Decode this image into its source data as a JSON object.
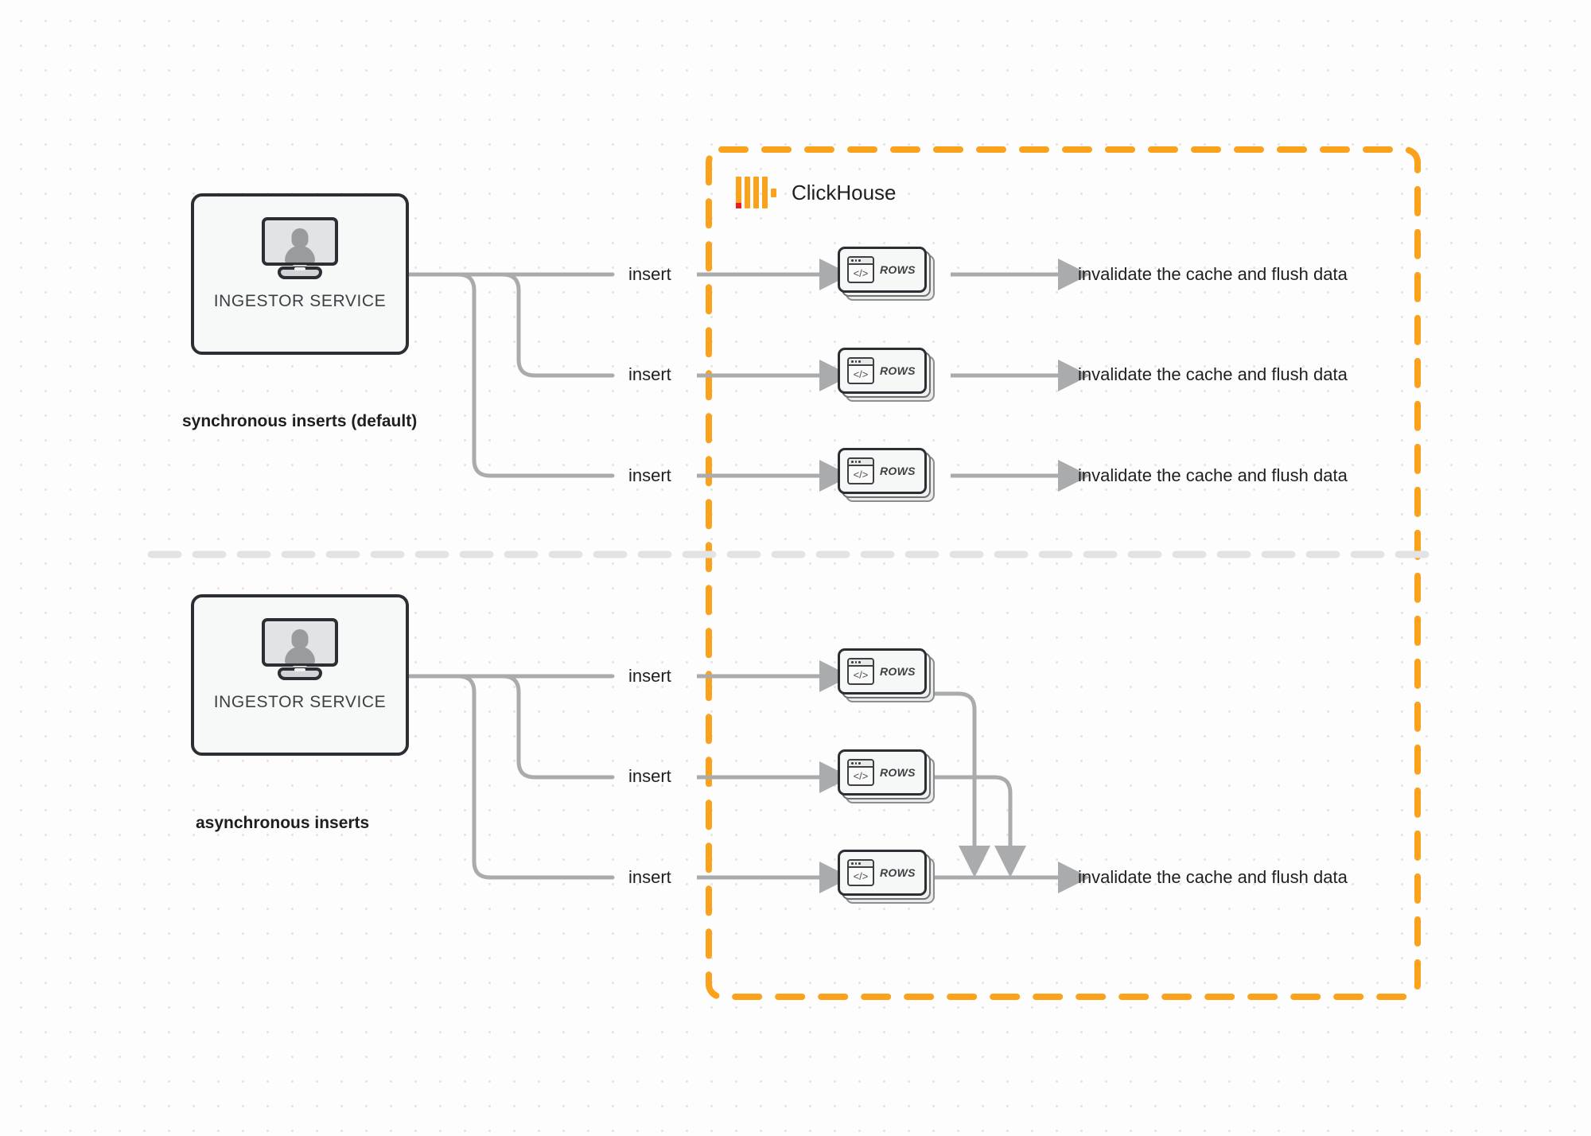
{
  "diagram": {
    "title": "ClickHouse synchronous vs asynchronous inserts",
    "accent_color": "#faa21b",
    "logo_accent_color": "#ec1b23",
    "connector_color": "#a9abad",
    "node_border_color": "#2b2f33"
  },
  "clickhouse": {
    "label": "ClickHouse",
    "logo_name": "clickhouse-logo"
  },
  "sections": [
    {
      "id": "synchronous",
      "caption": "synchronous inserts (default)",
      "service": {
        "label": "INGESTOR SERVICE",
        "icon": "monitor-user-icon"
      },
      "flows": [
        {
          "insert_label": "insert",
          "card_label": "ROWS",
          "result_label": "invalidate the cache and flush data"
        },
        {
          "insert_label": "insert",
          "card_label": "ROWS",
          "result_label": "invalidate the cache and flush data"
        },
        {
          "insert_label": "insert",
          "card_label": "ROWS",
          "result_label": "invalidate the cache and flush data"
        }
      ]
    },
    {
      "id": "asynchronous",
      "caption": "asynchronous inserts",
      "service": {
        "label": "INGESTOR SERVICE",
        "icon": "monitor-user-icon"
      },
      "flows": [
        {
          "insert_label": "insert",
          "card_label": "ROWS"
        },
        {
          "insert_label": "insert",
          "card_label": "ROWS"
        },
        {
          "insert_label": "insert",
          "card_label": "ROWS"
        }
      ],
      "result_label": "invalidate the cache and flush data"
    }
  ],
  "icons": {
    "window_code": "</>",
    "window_dots": 3
  }
}
